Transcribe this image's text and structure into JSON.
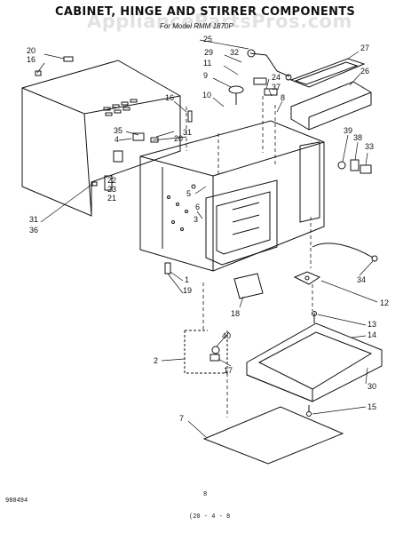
{
  "title": "CABINET, HINGE AND STIRRER COMPONENTS",
  "subtitle": "For Model RMM 1870P",
  "watermark": "AppliancePartsPros.com",
  "footer": {
    "left_code": "980494",
    "center_mark": "8",
    "bottom_code": "(20 - 4 - 8"
  },
  "callouts": {
    "c1": "1",
    "c2": "2",
    "c3": "3",
    "c4": "4",
    "c5": "5",
    "c6": "6",
    "c7": "7",
    "c8": "8",
    "c9": "9",
    "c10": "10",
    "c11": "11",
    "c12": "12",
    "c13": "13",
    "c14": "14",
    "c15": "15",
    "c16": "16",
    "c16b": "16",
    "c17": "17",
    "c18": "18",
    "c19": "19",
    "c20": "20",
    "c20b": "20",
    "c21": "21",
    "c22": "22",
    "c23": "23",
    "c24": "24",
    "c25": "25",
    "c26": "26",
    "c27": "27",
    "c29": "29",
    "c30": "30",
    "c31": "31",
    "c31b": "31",
    "c32": "32",
    "c33": "33",
    "c34": "34",
    "c35": "35",
    "c36": "36",
    "c37": "37",
    "c38": "38",
    "c39": "39",
    "c40": "40"
  }
}
